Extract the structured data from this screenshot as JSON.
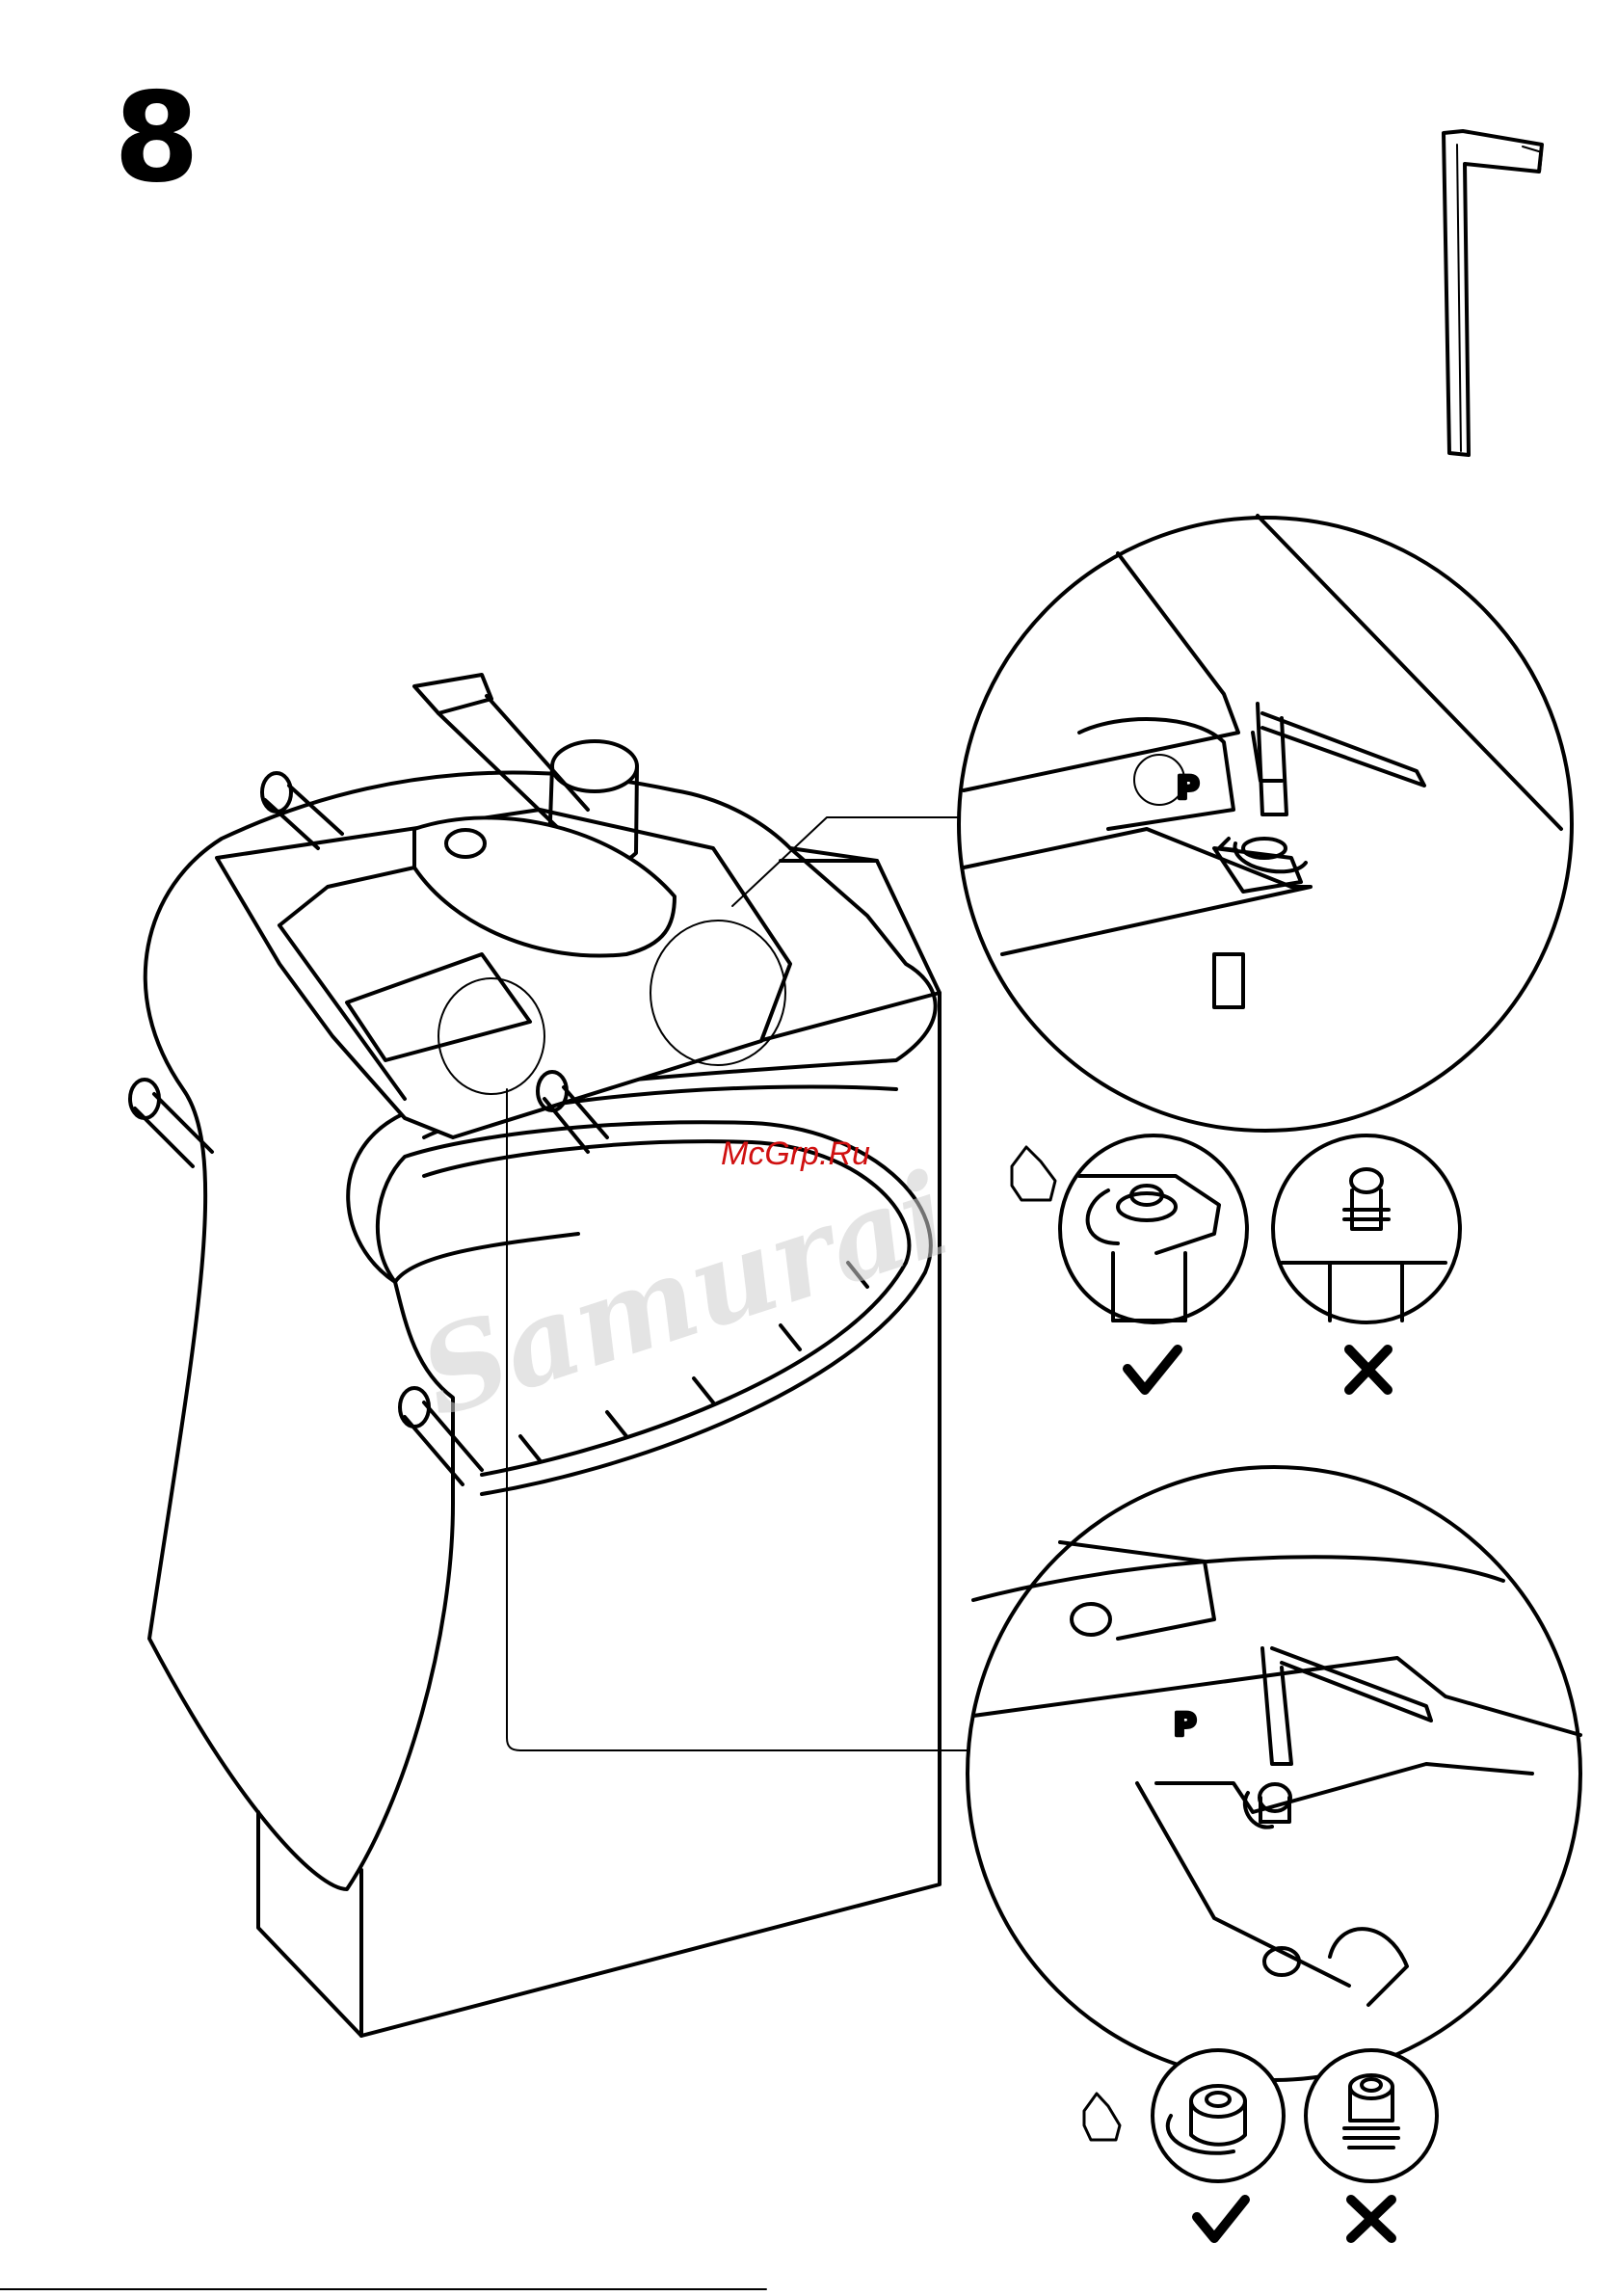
{
  "step": {
    "number": "8"
  },
  "watermarks": {
    "mcgrp": "McGrp.Ru",
    "samurai": "Samurai"
  },
  "detail_top": {
    "part_label": "P"
  },
  "detail_bottom": {
    "part_label": "P"
  },
  "tool": {
    "icon": "allen-key-icon"
  },
  "indicators": {
    "correct_icon": "check-mark-icon",
    "wrong_icon": "cross-mark-icon"
  }
}
